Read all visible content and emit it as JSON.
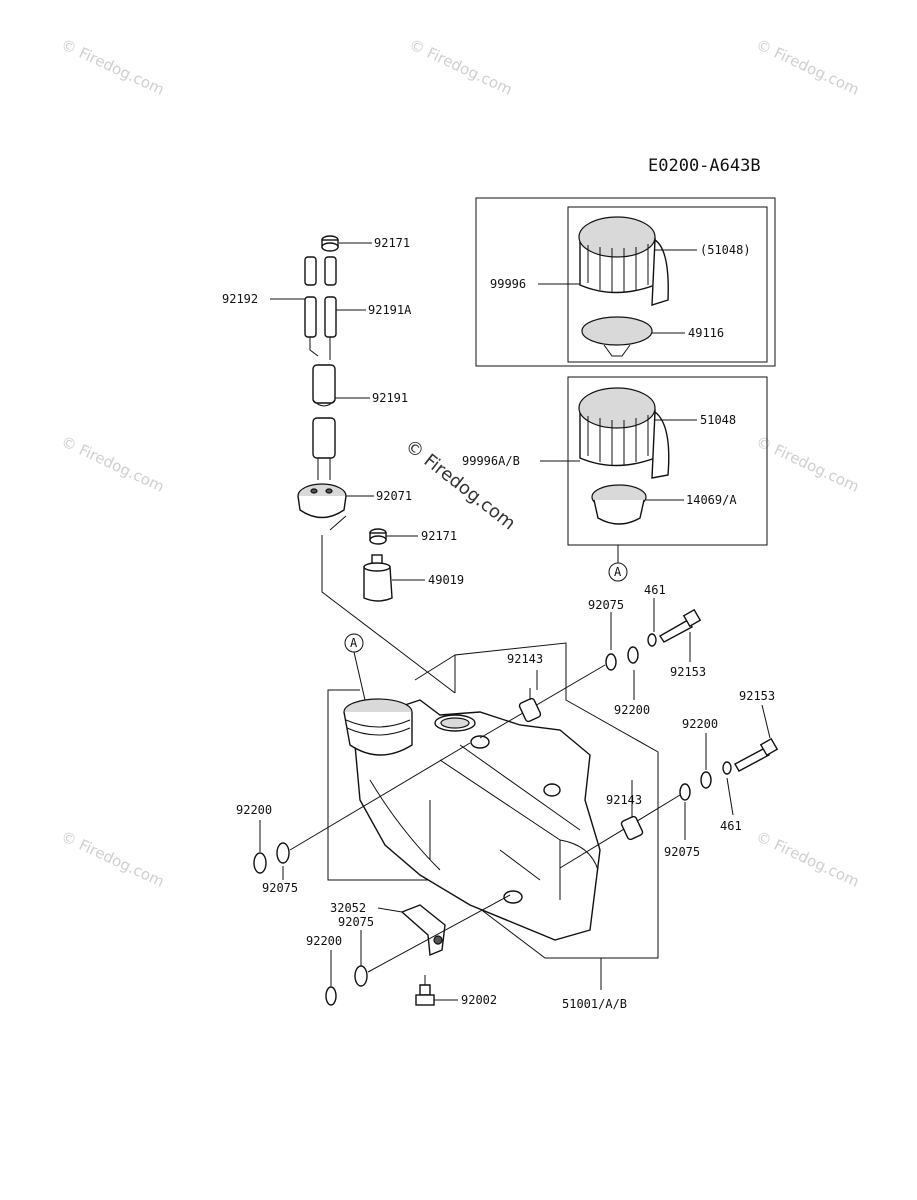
{
  "diagram_code": "E0200-A643B",
  "watermark": "© Firedog.com",
  "callouts": {
    "a_ref": "A",
    "a_ref_tank": "A"
  },
  "labels": {
    "p92171_top": "92171",
    "p92192": "92192",
    "p92191A": "92191A",
    "p92191": "92191",
    "p92071": "92071",
    "p92171_low": "92171",
    "p49019": "49019",
    "p99996": "99996",
    "p51048_paren": "(51048)",
    "p49116": "49116",
    "p99996AB": "99996A/B",
    "p51048": "51048",
    "p14069A": "14069/A",
    "p461_top": "461",
    "p92075_top": "92075",
    "p92153_top": "92153",
    "p92143_top": "92143",
    "p92200_top": "92200",
    "p92153_right": "92153",
    "p92200_right": "92200",
    "p92143_mid": "92143",
    "p461_right": "461",
    "p92075_right": "92075",
    "p92200_left": "92200",
    "p92075_left": "92075",
    "p32052": "32052",
    "p92075_bottom": "92075",
    "p92200_bottom": "92200",
    "p92002": "92002",
    "p51001AB": "51001/A/B"
  }
}
